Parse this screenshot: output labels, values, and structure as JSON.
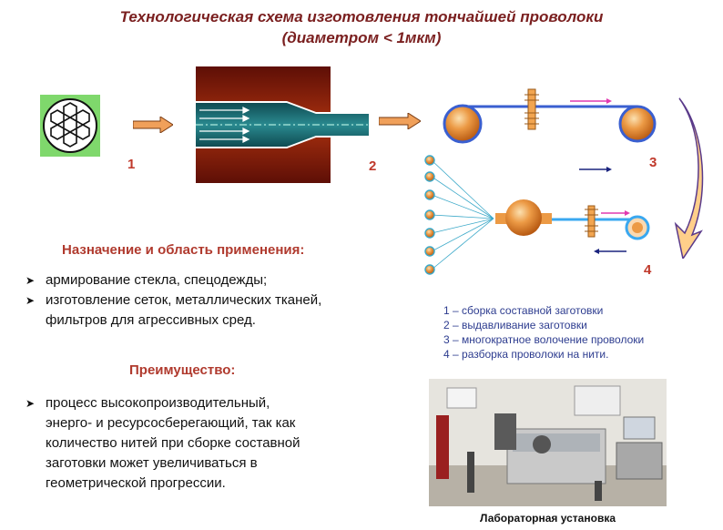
{
  "title": {
    "line1": "Технологическая схема  изготовления тончайшей проволоки",
    "line2": "(диаметром < 1мкм)"
  },
  "steps": {
    "s1": "1",
    "s2": "2",
    "s3": "3",
    "s4": "4"
  },
  "purpose": {
    "heading": "Назначение  и область применения:",
    "bullets": [
      "армирование стекла, спецодежды;",
      "изготовление сеток, металлических тканей,",
      "фильтров для агрессивных сред."
    ]
  },
  "advantage": {
    "heading": "Преимущество:",
    "lines": [
      "процесс высокопроизводительный,",
      "энерго- и ресурсосберегающий, так как",
      "количество нитей при сборке составной",
      "заготовки может увеличиваться в",
      "геометрической прогрессии."
    ]
  },
  "legend": [
    "1 – сборка составной заготовки",
    "2 – выдавливание заготовки",
    "3 – многократное волочение проволоки",
    "4 – разборка проволоки на нити."
  ],
  "photo_caption": "Лабораторная установка",
  "colors": {
    "title": "#7a1f1f",
    "heading": "#b03a2e",
    "legend": "#2d3c8f",
    "die": "#8b1a0c",
    "billet": "#1e6d73"
  }
}
